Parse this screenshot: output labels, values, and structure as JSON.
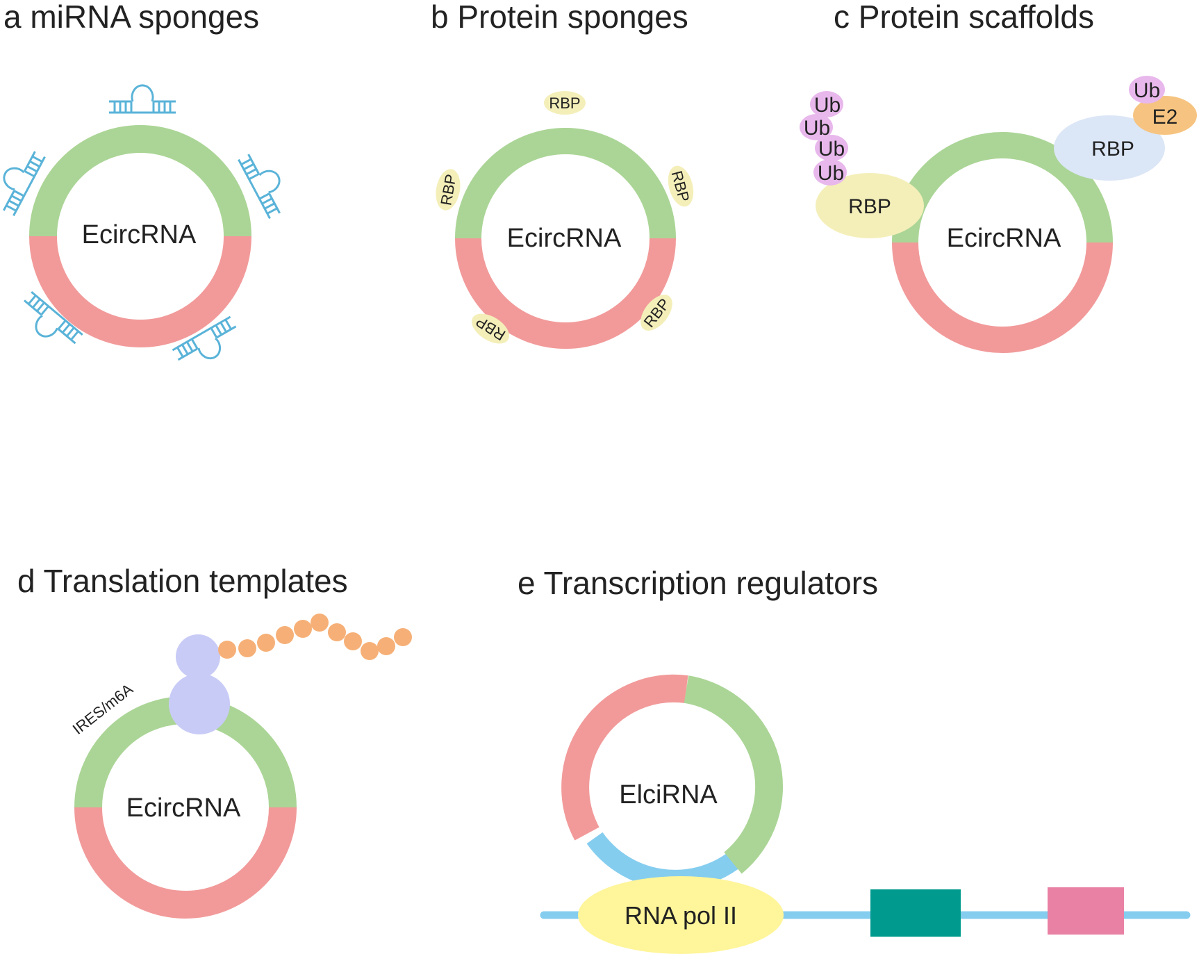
{
  "colors": {
    "green": "#abd596",
    "red": "#f29a9a",
    "mirna": "#5ab3d8",
    "rbp_yellow": "#f4efb9",
    "rbp_blue": "#dbe6f6",
    "ub_pink": "#e8b8ec",
    "e2_orange": "#f6c480",
    "ribosome": "#c8cbf6",
    "peptide": "#f6b077",
    "pol_yellow": "#fff59a",
    "dna_blue": "#85cdef",
    "exon_teal": "#009a8e",
    "exon_pink": "#e981a5"
  },
  "panel_a": {
    "title": "a  miRNA sponges",
    "center_label": "EcircRNA"
  },
  "panel_b": {
    "title": "b Protein sponges",
    "center_label": "EcircRNA",
    "rbp_labels": [
      "RBP",
      "RBP",
      "RBP",
      "RBP",
      "RBP"
    ]
  },
  "panel_c": {
    "title": "c  Protein scaffolds",
    "center_label": "EcircRNA",
    "rbp_left": "RBP",
    "rbp_right": "RBP",
    "e2": "E2",
    "ub_labels": [
      "Ub",
      "Ub",
      "Ub",
      "Ub",
      "Ub"
    ]
  },
  "panel_d": {
    "title": "d  Translation templates",
    "center_label": "EcircRNA",
    "ires_label": "IRES/m6A"
  },
  "panel_e": {
    "title": "e Transcription regulators",
    "center_label": "ElciRNA",
    "pol_label": "RNA pol II"
  }
}
